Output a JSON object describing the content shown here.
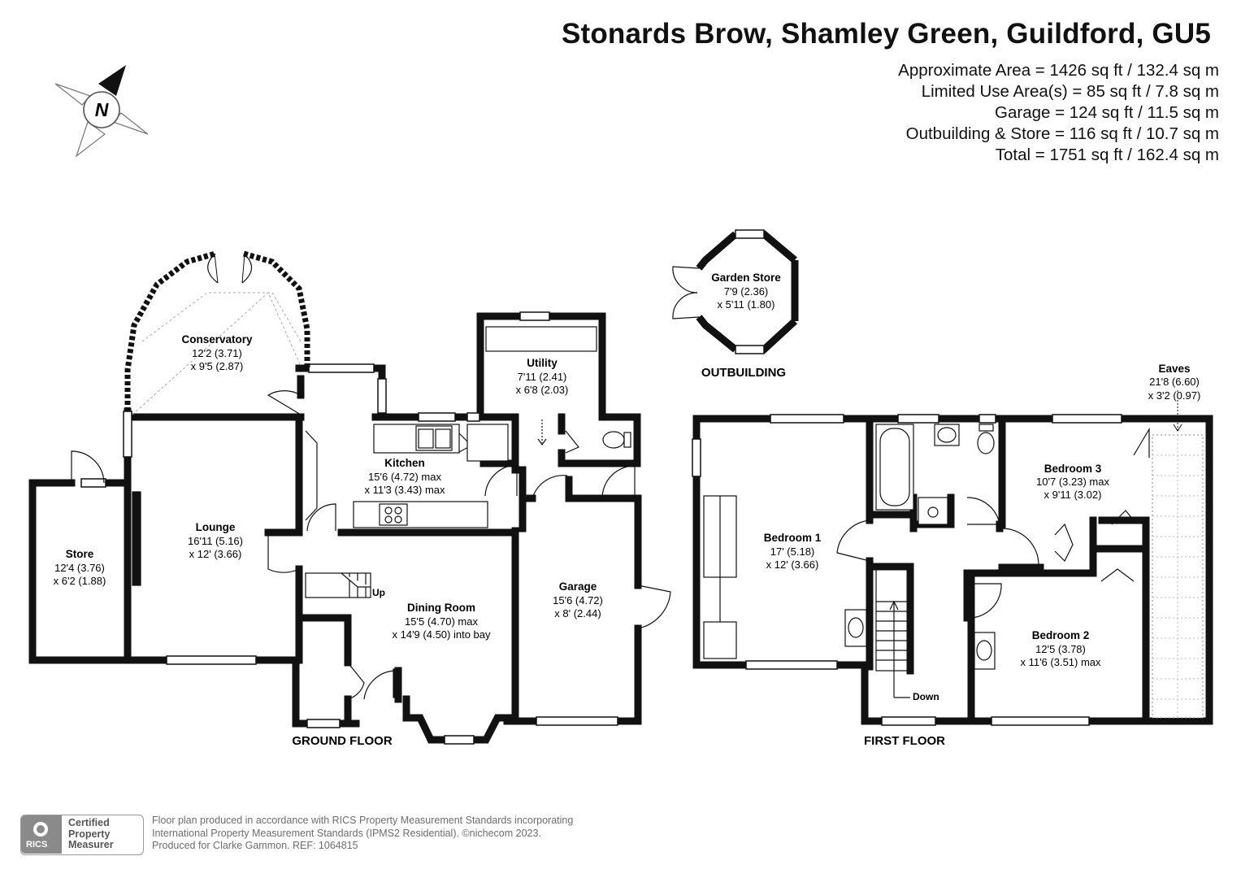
{
  "title": "Stonards Brow, Shamley Green, Guildford, GU5",
  "areas": [
    "Approximate Area = 1426 sq ft / 132.4 sq m",
    "Limited Use Area(s) = 85 sq ft / 7.8 sq m",
    "Garage = 124 sq ft / 11.5 sq m",
    "Outbuilding & Store = 116 sq ft / 10.7 sq m",
    "Total = 1751 sq ft / 162.4 sq m"
  ],
  "compass_label": "N",
  "floors": {
    "ground": "GROUND FLOOR",
    "first": "FIRST FLOOR",
    "outbuilding": "OUTBUILDING"
  },
  "rooms": {
    "conservatory": {
      "name": "Conservatory",
      "dims": [
        "12'2 (3.71)",
        "x 9'5 (2.87)"
      ]
    },
    "utility": {
      "name": "Utility",
      "dims": [
        "7'11 (2.41)",
        "x 6'8 (2.03)"
      ]
    },
    "kitchen": {
      "name": "Kitchen",
      "dims": [
        "15'6 (4.72) max",
        "x 11'3 (3.43) max"
      ]
    },
    "lounge": {
      "name": "Lounge",
      "dims": [
        "16'11 (5.16)",
        "x 12' (3.66)"
      ]
    },
    "store": {
      "name": "Store",
      "dims": [
        "12'4 (3.76)",
        "x 6'2 (1.88)"
      ]
    },
    "dining": {
      "name": "Dining Room",
      "dims": [
        "15'5 (4.70) max",
        "x 14'9 (4.50) into bay"
      ]
    },
    "garage": {
      "name": "Garage",
      "dims": [
        "15'6 (4.72)",
        "x 8' (2.44)"
      ]
    },
    "garden_store": {
      "name": "Garden Store",
      "dims": [
        "7'9 (2.36)",
        "x 5'11 (1.80)"
      ]
    },
    "bedroom1": {
      "name": "Bedroom 1",
      "dims": [
        "17' (5.18)",
        "x 12' (3.66)"
      ]
    },
    "bedroom2": {
      "name": "Bedroom 2",
      "dims": [
        "12'5 (3.78)",
        "x 11'6 (3.51) max"
      ]
    },
    "bedroom3": {
      "name": "Bedroom 3",
      "dims": [
        "10'7 (3.23) max",
        "x 9'11 (3.02)"
      ]
    },
    "eaves": {
      "name": "Eaves",
      "dims": [
        "21'8 (6.60)",
        "x 3'2 (0.97)"
      ]
    }
  },
  "stairs": {
    "up": "Up",
    "down": "Down"
  },
  "footer": [
    "Floor plan produced in accordance with RICS Property Measurement Standards incorporating",
    "International Property Measurement Standards (IPMS2 Residential).  ©nichecom 2023.",
    "Produced for Clarke Gammon.   REF: 1064815"
  ],
  "badge": {
    "line1": "Certified",
    "line2": "Property",
    "line3": "Measurer",
    "logo_text": "RICS"
  }
}
